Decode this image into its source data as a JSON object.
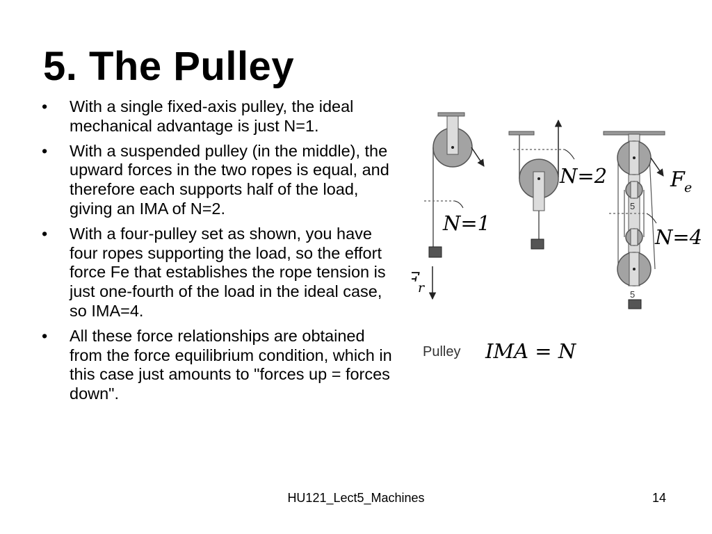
{
  "slide": {
    "title": "5.  The Pulley",
    "bullet_marker": "•",
    "bullets": [
      "With a single fixed-axis pulley, the ideal mechanical advantage is just N=1.",
      "With a suspended pulley (in the middle), the upward forces in the two ropes is equal, and therefore each supports half of the load, giving an IMA of N=2.",
      "With a four-pulley set as shown, you have four ropes supporting the load, so the effort force Fe that establishes the rope tension is just one-fourth of the load in the ideal case, so IMA=4.",
      "All these force relationships are obtained from the force equilibrium condition, which in this case just amounts to \"forces up = forces down\"."
    ]
  },
  "diagram": {
    "label_n1": "N=1",
    "label_n2": "N=2",
    "label_n4": "N=4",
    "label_fr": "F",
    "label_fr_sub": "r",
    "label_fe": "F",
    "label_fe_sub": "e",
    "caption_word": "Pulley",
    "caption_formula": "IMA = N",
    "pulley_marks": [
      "5",
      "5"
    ]
  },
  "footer": {
    "course": "HU121_Lect5_Machines",
    "page_number": "14"
  }
}
